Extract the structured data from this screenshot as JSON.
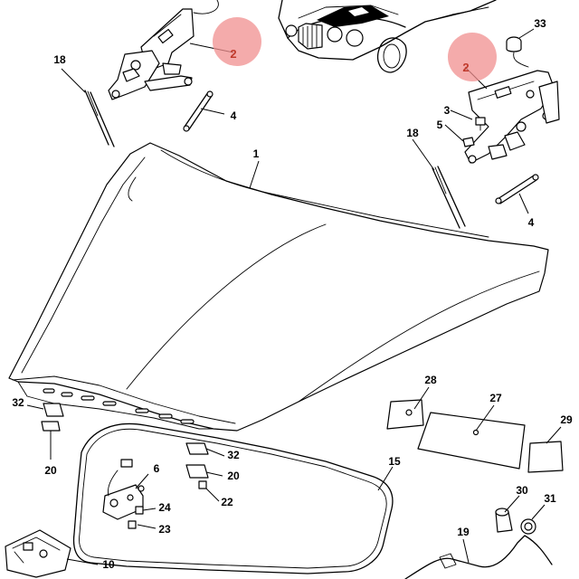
{
  "diagram": {
    "callouts": [
      {
        "id": "c1",
        "label": "1"
      },
      {
        "id": "c2a",
        "label": "2"
      },
      {
        "id": "c2b",
        "label": "2"
      },
      {
        "id": "c3",
        "label": "3"
      },
      {
        "id": "c4a",
        "label": "4"
      },
      {
        "id": "c4b",
        "label": "4"
      },
      {
        "id": "c5",
        "label": "5"
      },
      {
        "id": "c6",
        "label": "6"
      },
      {
        "id": "c10",
        "label": "10"
      },
      {
        "id": "c15",
        "label": "15"
      },
      {
        "id": "c18a",
        "label": "18"
      },
      {
        "id": "c18b",
        "label": "18"
      },
      {
        "id": "c19",
        "label": "19"
      },
      {
        "id": "c20a",
        "label": "20"
      },
      {
        "id": "c20b",
        "label": "20"
      },
      {
        "id": "c22",
        "label": "22"
      },
      {
        "id": "c23",
        "label": "23"
      },
      {
        "id": "c24",
        "label": "24"
      },
      {
        "id": "c27",
        "label": "27"
      },
      {
        "id": "c28",
        "label": "28"
      },
      {
        "id": "c29",
        "label": "29"
      },
      {
        "id": "c30",
        "label": "30"
      },
      {
        "id": "c31",
        "label": "31"
      },
      {
        "id": "c32a",
        "label": "32"
      },
      {
        "id": "c32b",
        "label": "32"
      },
      {
        "id": "c33",
        "label": "33"
      }
    ],
    "highlight_color": "#f08f8f"
  }
}
